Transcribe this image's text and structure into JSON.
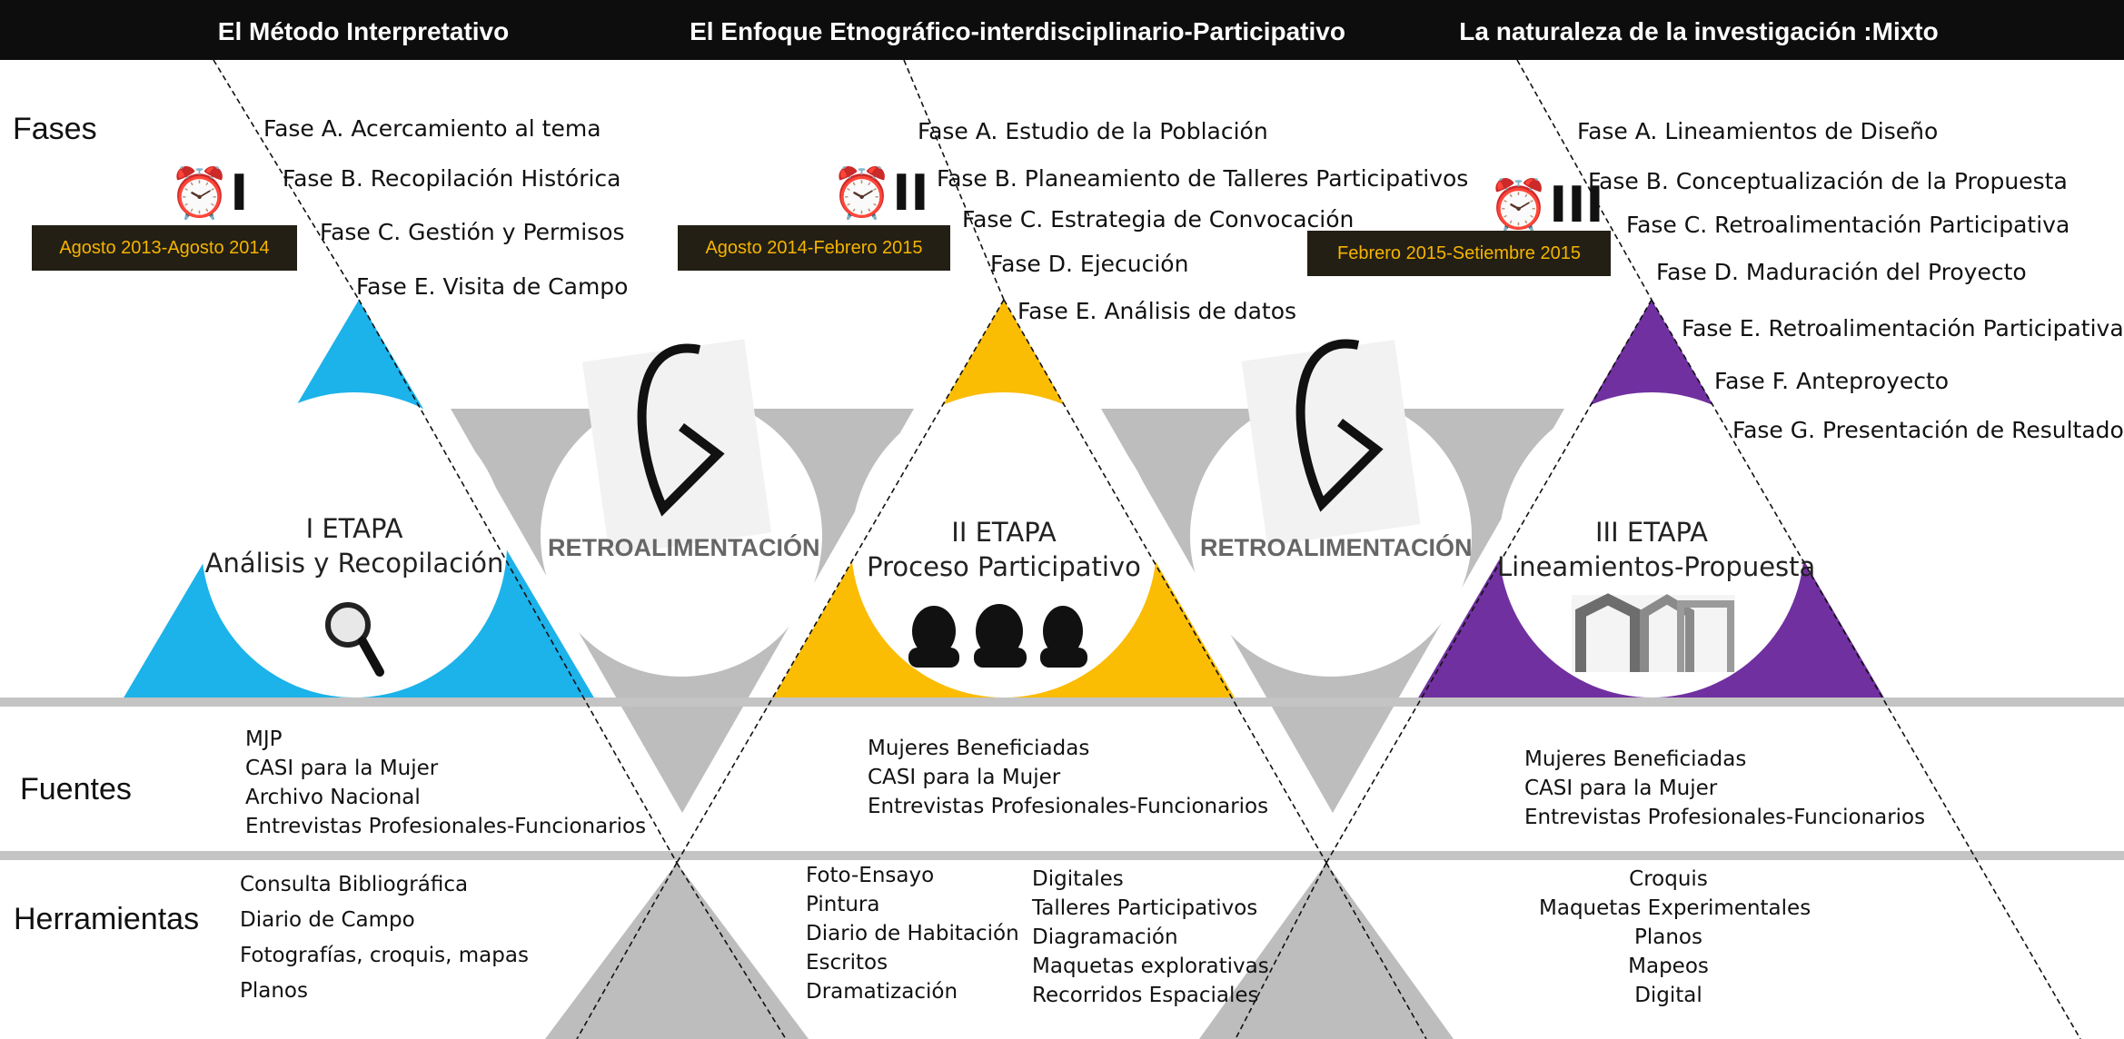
{
  "headers": {
    "col1": "El Método Interpretativo",
    "col2": "El Enfoque Etnográfico-interdisciplinario-Participativo",
    "col3": "La naturaleza de la investigación :Mixto"
  },
  "rows": {
    "fases": "Fases",
    "fuentes": "Fuentes",
    "herramientas": "Herramientas"
  },
  "stages": [
    {
      "numeral": "I",
      "date": "Agosto 2013-Agosto 2014",
      "title_line1": "I ETAPA",
      "title_line2": "Análisis y Recopilación",
      "icon": "magnifier-icon",
      "color": "#1cb2ea",
      "fases": [
        "Fase A. Acercamiento al tema",
        "Fase B. Recopilación Histórica",
        "Fase C. Gestión y Permisos",
        "Fase E. Visita de Campo"
      ],
      "fuentes": [
        "MJP",
        "CASI para la Mujer",
        "Archivo Nacional",
        "Entrevistas Profesionales-Funcionarios"
      ],
      "herramientas": [
        "Consulta Bibliográfica",
        "Diario de Campo",
        "Fotografías, croquis, mapas",
        " Planos"
      ]
    },
    {
      "numeral": "II",
      "date": "Agosto 2014-Febrero 2015",
      "title_line1": "II ETAPA",
      "title_line2": "Proceso Participativo",
      "icon": "women-icon",
      "color": "#fbbc04",
      "fases": [
        "Fase A. Estudio de la Población",
        "Fase B. Planeamiento de Talleres Participativos",
        "Fase C. Estrategia de Convocación",
        "Fase D. Ejecución",
        "Fase E. Análisis de datos"
      ],
      "fuentes": [
        "Mujeres Beneficiadas",
        "CASI para la Mujer",
        "Entrevistas Profesionales-Funcionarios"
      ],
      "herramientas_a": [
        "Foto-Ensayo",
        "Pintura",
        "Diario de Habitación",
        "Escritos",
        "Dramatización"
      ],
      "herramientas_b": [
        "Digitales",
        "Talleres Participativos",
        "Diagramación",
        "Maquetas explorativas",
        "Recorridos Espaciales"
      ]
    },
    {
      "numeral": "III",
      "date": "Febrero 2015-Setiembre 2015",
      "title_line1": "III ETAPA",
      "title_line2": "Lineamientos-Propuesta",
      "icon": "model-houses-icon",
      "color": "#7030a0",
      "fases": [
        "Fase A. Lineamientos de Diseño",
        "Fase B. Conceptualización de la Propuesta",
        "Fase C. Retroalimentación Participativa",
        "Fase D. Maduración del Proyecto",
        "Fase E. Retroalimentación Participativa",
        "Fase F. Anteproyecto",
        "Fase G. Presentación de Resultados"
      ],
      "fuentes": [
        "Mujeres Beneficiadas",
        "CASI para la Mujer",
        "Entrevistas Profesionales-Funcionarios"
      ],
      "herramientas": [
        "Croquis",
        "Maquetas Experimentales",
        "Planos",
        "Mapeos",
        "Digital"
      ]
    }
  ],
  "feedback": [
    "RETROALIMENTACIÓN",
    "RETROALIMENTACIÓN"
  ],
  "colors": {
    "gray": "#bdbdbd",
    "header": "#0d0d0d",
    "date_text": "#f5b400"
  }
}
